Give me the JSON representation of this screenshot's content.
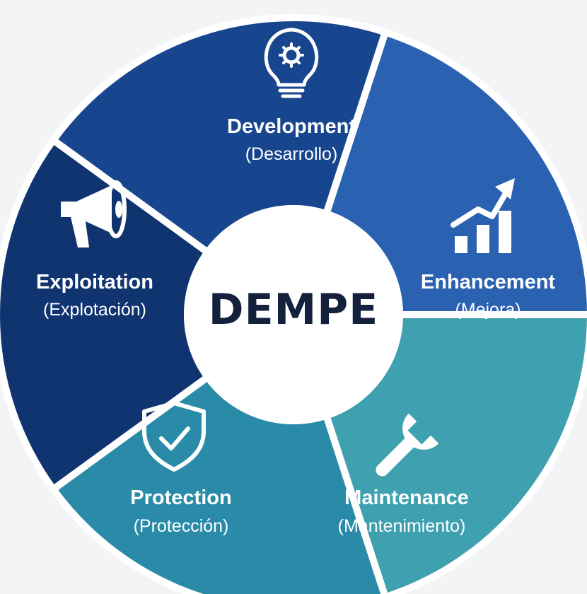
{
  "center": {
    "title": "DEMPE"
  },
  "segments": [
    {
      "id": "development",
      "title": "Development",
      "subtitle": "(Desarrollo)",
      "color": "#17468f",
      "icon": "lightbulb-gear-icon"
    },
    {
      "id": "enhancement",
      "title": "Enhancement",
      "subtitle": "(Mejora)",
      "color": "#2a61b0",
      "icon": "growth-chart-icon"
    },
    {
      "id": "maintenance",
      "title": "Maintenance",
      "subtitle": "(Mantenimiento)",
      "color": "#3fa1b0",
      "icon": "wrench-icon"
    },
    {
      "id": "protection",
      "title": "Protection",
      "subtitle": "(Protección)",
      "color": "#2a8ba8",
      "icon": "shield-check-icon"
    },
    {
      "id": "exploitation",
      "title": "Exploitation",
      "subtitle": "(Explotación)",
      "color": "#0f3470",
      "icon": "megaphone-icon"
    }
  ],
  "colors": {
    "center_fill": "#ffffff",
    "center_text": "#14213d",
    "divider": "#ffffff"
  }
}
